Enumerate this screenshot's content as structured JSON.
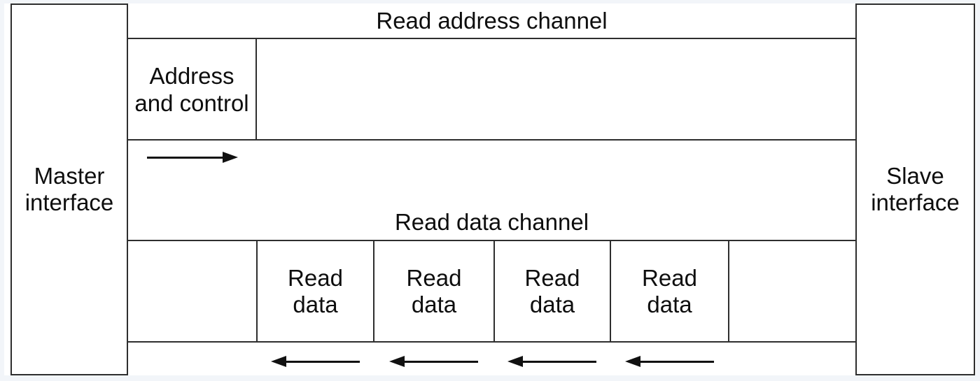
{
  "colors": {
    "background": "#f2f5f9",
    "paper": "#ffffff",
    "line": "#2e2e2e",
    "text": "#0e0e0e"
  },
  "master_interface": {
    "lines": [
      "Master",
      "interface"
    ]
  },
  "slave_interface": {
    "lines": [
      "Slave",
      "interface"
    ]
  },
  "read_address_channel": {
    "title": "Read address channel",
    "payload_box": {
      "lines": [
        "Address",
        "and control"
      ]
    },
    "arrow_direction": "master-to-slave"
  },
  "read_data_channel": {
    "title": "Read data channel",
    "payload_boxes": [
      {
        "lines": [
          "Read",
          "data"
        ]
      },
      {
        "lines": [
          "Read",
          "data"
        ]
      },
      {
        "lines": [
          "Read",
          "data"
        ]
      },
      {
        "lines": [
          "Read",
          "data"
        ]
      }
    ],
    "arrow_direction": "slave-to-master"
  }
}
